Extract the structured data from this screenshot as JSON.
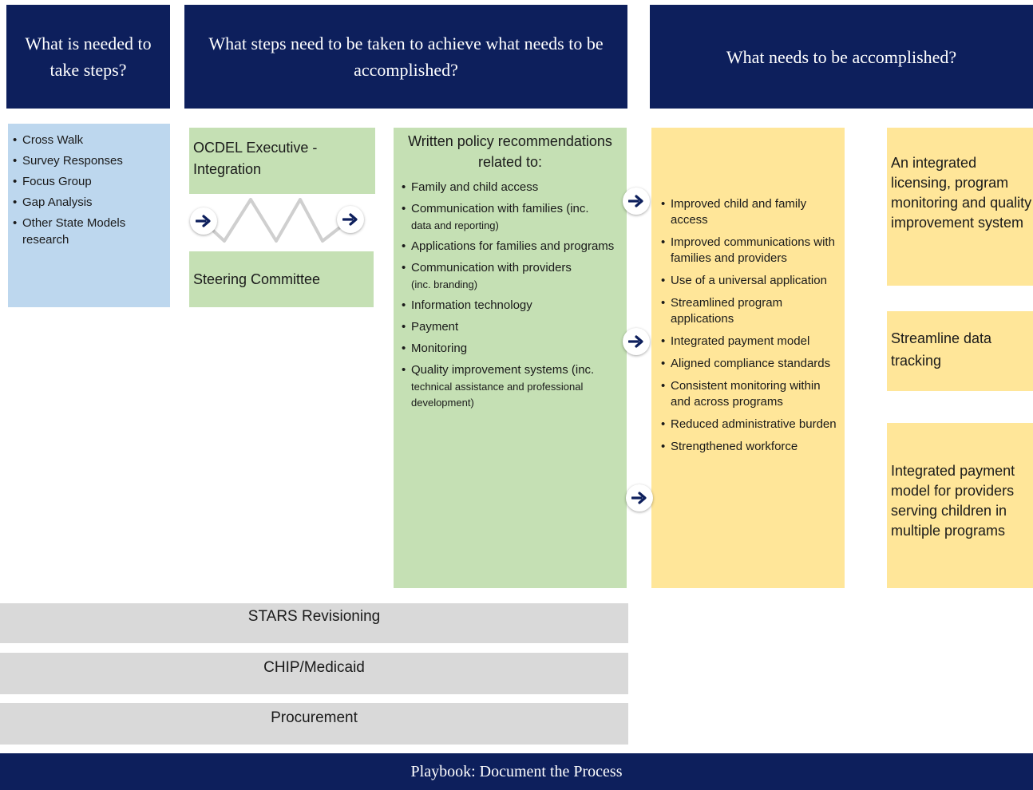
{
  "headers": {
    "needed": "What is needed to take steps?",
    "steps": "What steps need to be taken to achieve what needs to be accomplished?",
    "accomplished": "What needs to be accomplished?"
  },
  "inputs": [
    "Cross Walk",
    "Survey Responses",
    "Focus Group",
    "Gap Analysis",
    "Other State Models research"
  ],
  "executive": "OCDEL Executive - Integration",
  "steering": "Steering Committee",
  "policy": {
    "title": "Written policy recommendations related to:",
    "items": [
      {
        "main": "Family and child access",
        "sub": ""
      },
      {
        "main": "Communication with families (inc.",
        "sub": "data and reporting)"
      },
      {
        "main": "Applications for families and programs",
        "sub": ""
      },
      {
        "main": "Communication with providers",
        "sub": "(inc. branding)"
      },
      {
        "main": "Information technology",
        "sub": ""
      },
      {
        "main": "Payment",
        "sub": ""
      },
      {
        "main": "Monitoring",
        "sub": ""
      },
      {
        "main": "Quality improvement systems (inc.",
        "sub": "technical assistance and professional development)"
      }
    ]
  },
  "outcomes": [
    "Improved child and family access",
    "Improved communications with families and providers",
    "Use of a universal application",
    "Streamlined program applications",
    "Integrated payment model",
    "Aligned compliance standards",
    "Consistent monitoring within and across programs",
    "Reduced administrative burden",
    "Strengthened workforce"
  ],
  "goals": {
    "licensing": "An integrated licensing, program monitoring and quality improvement system",
    "data": "Streamline data tracking",
    "payment": "Integrated payment model for providers serving children in multiple programs"
  },
  "bars": [
    "STARS Revisioning",
    "CHIP/Medicaid",
    "Procurement"
  ],
  "footer": "Playbook: Document the Process",
  "colors": {
    "navy": "#0d1f5c",
    "blue": "#bdd7ee",
    "green": "#c5e0b4",
    "yellow": "#ffe699",
    "gray": "#d9d9d9"
  }
}
